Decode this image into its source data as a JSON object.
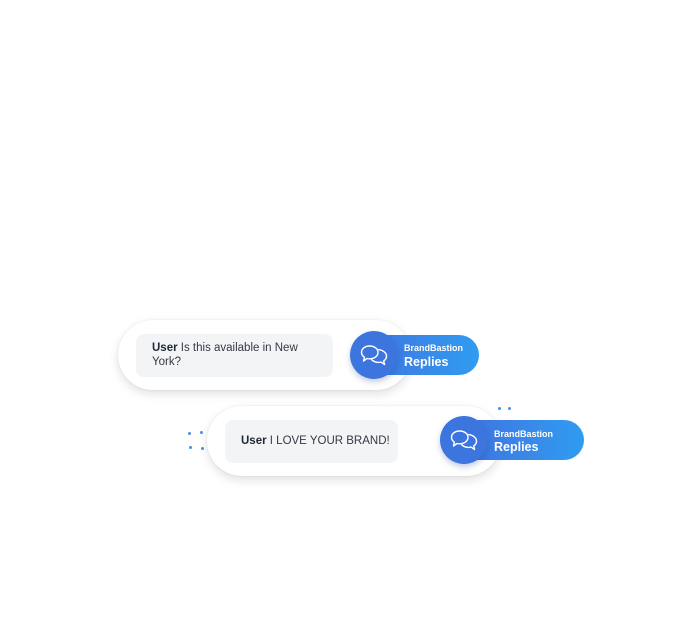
{
  "conversations": [
    {
      "user_label": "User",
      "message": "Is this available in New York?",
      "brand_name": "BrandBastion",
      "brand_action": "Replies",
      "icon": "chat-bubbles-icon"
    },
    {
      "user_label": "User",
      "message": "I LOVE YOUR BRAND!",
      "brand_name": "BrandBastion",
      "brand_action": "Replies",
      "icon": "chat-bubbles-icon"
    }
  ],
  "colors": {
    "accent": "#3a7fe4",
    "accent_dark": "#3c71dc",
    "accent_light": "#2f9cf0",
    "bubble_bg": "#f3f4f6",
    "text": "#333a44"
  }
}
